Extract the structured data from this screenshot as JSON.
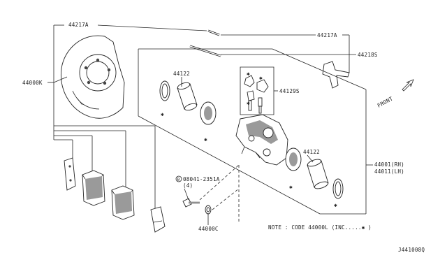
{
  "labels": {
    "p44217A_top": "44217A",
    "p44217A_right": "44217A",
    "p44218S": "44218S",
    "p44000K": "44000K",
    "p44122_top": "44122",
    "p44129S": "44129S",
    "p44122_bottom": "44122",
    "p44001_rh": "44001(RH)",
    "p44011_lh": "44011(LH)",
    "bolt_part": "08041-2351A",
    "bolt_qty": "(4)",
    "bolt_circle": "B",
    "p44000C": "44000C",
    "front": "FRONT",
    "note": "NOTE : CODE 44000L (INC.....✱ )",
    "diagram_id": "J441008Q"
  },
  "icons": {
    "front_arrow": "arrow-up-right-outline",
    "asterisk_marker": "asterisk"
  }
}
